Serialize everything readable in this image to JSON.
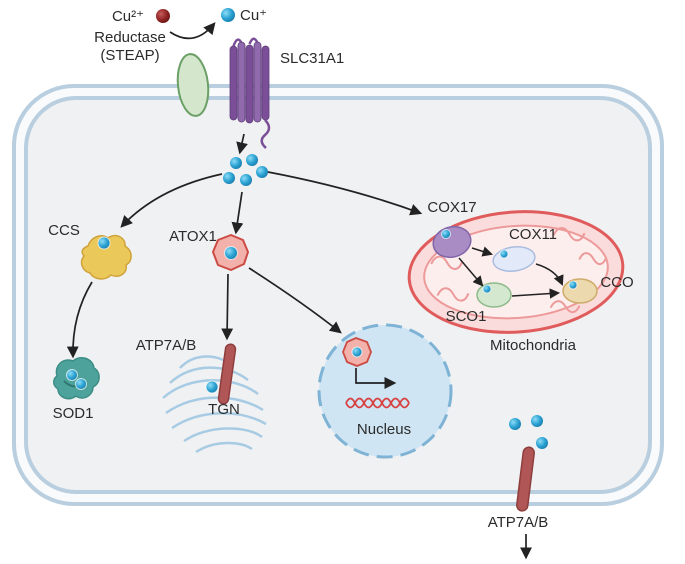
{
  "figure": {
    "description": "Cellular copper transport pathway diagram",
    "labels": {
      "cu2plus": "Cu²⁺",
      "cu_plus": "Cu⁺",
      "reductase_line1": "Reductase",
      "reductase_line2": "(STEAP)",
      "slc31a1": "SLC31A1",
      "ccs": "CCS",
      "atox1": "ATOX1",
      "cox17": "COX17",
      "cox11": "COX11",
      "cco": "CCO",
      "sco1": "SCO1",
      "mitochondria": "Mitochondria",
      "atp7ab_tgn": "ATP7A/B",
      "tgn": "TGN",
      "sod1": "SOD1",
      "nucleus": "Nucleus",
      "atp7ab_export": "ATP7A/B"
    },
    "colors": {
      "copper_ion_blue": "#2ba3d4",
      "cupric_ion_red": "#8f2222",
      "reductase_green": "#d4e6cc",
      "reductase_border": "#6aa066",
      "transporter_purple": "#7a4f97",
      "membrane_blue": "#b9cede",
      "cell_fill": "#f0f1f3",
      "ccs_yellow": "#eac859",
      "atox1_pink": "#f2b1aa",
      "atox1_border": "#cc4b44",
      "sod1_teal": "#4da39b",
      "tgn_blue": "#a8cbe4",
      "nucleus_fill": "#cfe5f3",
      "nucleus_border": "#7fb3d5",
      "mitochondria_fill": "#fbdcdc",
      "mitochondria_border": "#e05c5c",
      "cox17_purple": "#a98cc4",
      "cox11_lavender": "#e2e9f8",
      "sco1_green": "#d4e8cf",
      "cco_tan": "#edd9ae",
      "atp7ab_red": "#b05656",
      "dna_red": "#d84040",
      "arrow_black": "#222222"
    }
  }
}
